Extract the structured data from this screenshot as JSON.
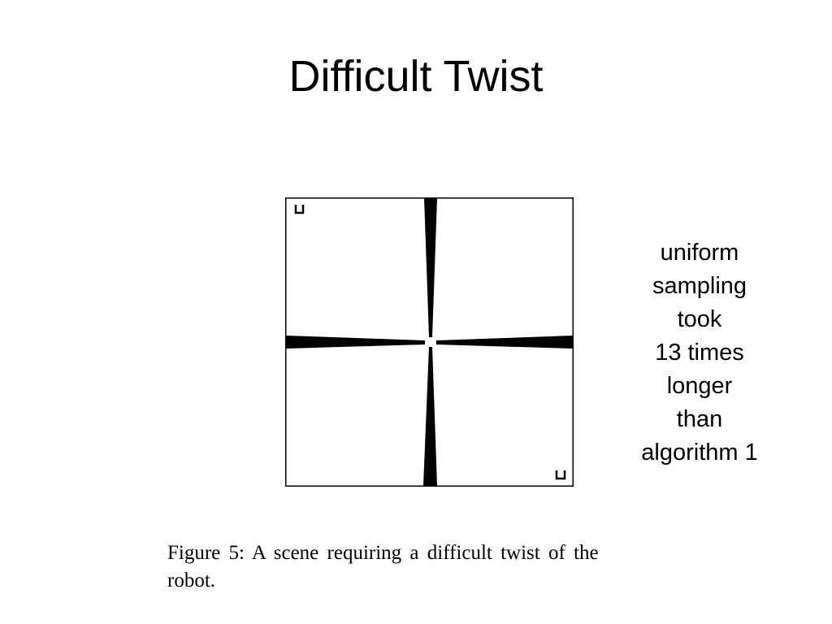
{
  "slide": {
    "title": "Difficult Twist"
  },
  "note": {
    "lines": [
      "uniform",
      "sampling",
      "took",
      "13 times",
      "longer",
      "than",
      "algorithm 1"
    ]
  },
  "caption": {
    "lines": [
      "Figure 5:  A scene requiring a difficult twist of the",
      "robot."
    ]
  },
  "colors": {
    "background": "#ffffff",
    "ink": "#000000"
  }
}
